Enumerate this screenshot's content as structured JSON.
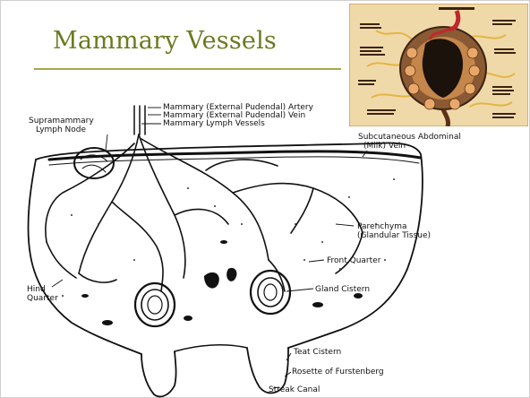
{
  "slide": {
    "title": "Mammary Vessels"
  },
  "labels": {
    "artery": "Mammary (External Pudendal) Artery",
    "vein": "Mammary (External Pudendal) Vein",
    "lymph_vessels": "Mammary Lymph Vessels",
    "lymph_node_1": "Supramammary",
    "lymph_node_2": "Lymph Node",
    "milk_vein_1": "Subcutaneous Abdominal",
    "milk_vein_2": "(Milk) Vein",
    "parenchyma_1": "Parenchyma",
    "parenchyma_2": "(Glandular Tissue)",
    "front_quarter": "Front Quarter",
    "gland_cistern": "Gland Cistern",
    "hind_quarter_1": "Hind",
    "hind_quarter_2": "Quarter",
    "teat_cistern": "Teat Cistern",
    "rosette": "Rosette of Furstenberg",
    "streak_canal": "Streak Canal"
  },
  "colors": {
    "title": "#6b7a1f",
    "rule": "#a8a84a",
    "inset_bg": "#f0d9a8",
    "artery_red": "#c0272d",
    "ink": "#111111"
  }
}
